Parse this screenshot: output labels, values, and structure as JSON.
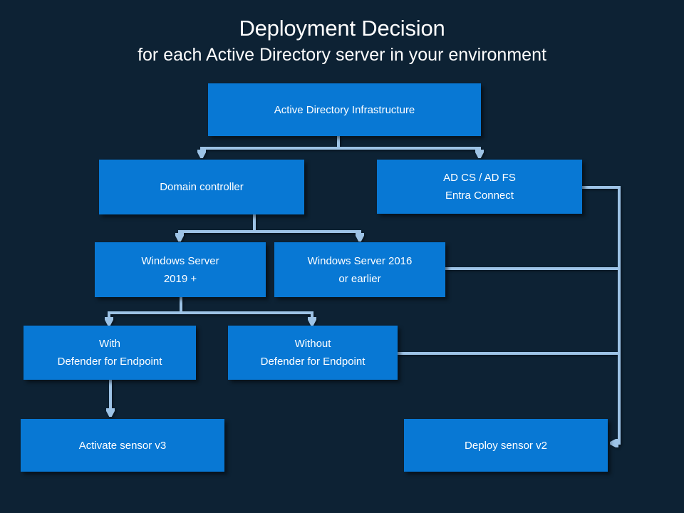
{
  "title": "Deployment Decision",
  "subtitle": "for each Active Directory server in your environment",
  "colors": {
    "background": "#0d2234",
    "node_fill": "#0878d4",
    "connector": "#9dc3e6",
    "text": "#ffffff"
  },
  "nodes": {
    "infrastructure": {
      "lines": [
        "Active Directory Infrastructure"
      ]
    },
    "domain_controller": {
      "lines": [
        "Domain controller"
      ]
    },
    "ad_cs_fs": {
      "lines": [
        "AD CS / AD FS",
        "Entra Connect"
      ]
    },
    "ws_2019_plus": {
      "lines": [
        "Windows Server",
        "2019 +"
      ]
    },
    "ws_2016_earlier": {
      "lines": [
        "Windows Server 2016",
        "or earlier"
      ]
    },
    "with_defender": {
      "lines": [
        "With",
        "Defender for Endpoint"
      ]
    },
    "without_defender": {
      "lines": [
        "Without",
        "Defender for Endpoint"
      ]
    },
    "activate_v3": {
      "lines": [
        "Activate sensor v3"
      ]
    },
    "deploy_v2": {
      "lines": [
        "Deploy sensor v2"
      ]
    }
  }
}
